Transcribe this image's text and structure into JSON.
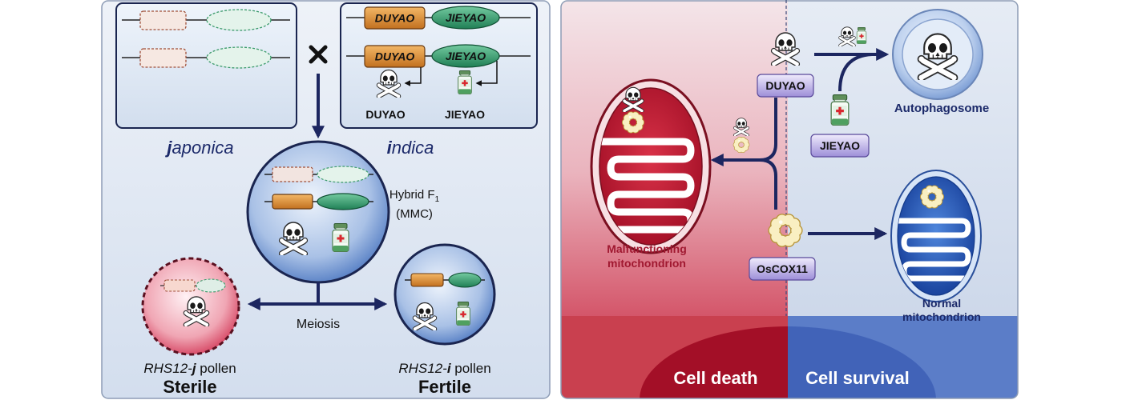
{
  "left_panel": {
    "indica_genes": {
      "row1_duyao": "DUYAO",
      "row1_jieyao": "JIEYAO",
      "row2_duyao": "DUYAO",
      "row2_jieyao": "JIEYAO",
      "duyao_product": "DUYAO",
      "jieyao_product": "JIEYAO"
    },
    "japonica_label": {
      "initial": "j",
      "rest": "aponica"
    },
    "indica_label": {
      "initial": "i",
      "rest": "ndica"
    },
    "hybrid": {
      "label": "Hybrid F",
      "subscript": "1",
      "note": "(MMC)"
    },
    "meiosis": "Meiosis",
    "sterile": {
      "gene": "RHS12-",
      "allele": "j",
      "suffix": " pollen",
      "phenotype": "Sterile"
    },
    "fertile": {
      "gene": "RHS12-",
      "allele": "i",
      "suffix": " pollen",
      "phenotype": "Fertile"
    }
  },
  "right_panel": {
    "malfunctioning": [
      "Malfunctioning",
      "mitochondrion"
    ],
    "duyao": "DUYAO",
    "jieyao": "JIEYAO",
    "oscox11": "OsCOX11",
    "autophagosome": "Autophagosome",
    "normal": [
      "Normal",
      "mitochondrion"
    ],
    "cell_death": "Cell death",
    "cell_survival": "Cell survival"
  },
  "icons": {
    "toxin": "skull-icon",
    "antidote": "medicine-bottle-icon",
    "protein": "oscox11-protein-icon",
    "cross": "cross-icon"
  },
  "colors": {
    "arrow": "#1c2660",
    "duyao_gene": "#d98a3a",
    "jieyao_gene": "#2f9467",
    "label_box": "#b4a8e6",
    "cell_death": "#a30f27",
    "cell_survival": "#4163b8",
    "malfunctioning_text": "#a01830",
    "normal_text": "#1c2a6a"
  }
}
